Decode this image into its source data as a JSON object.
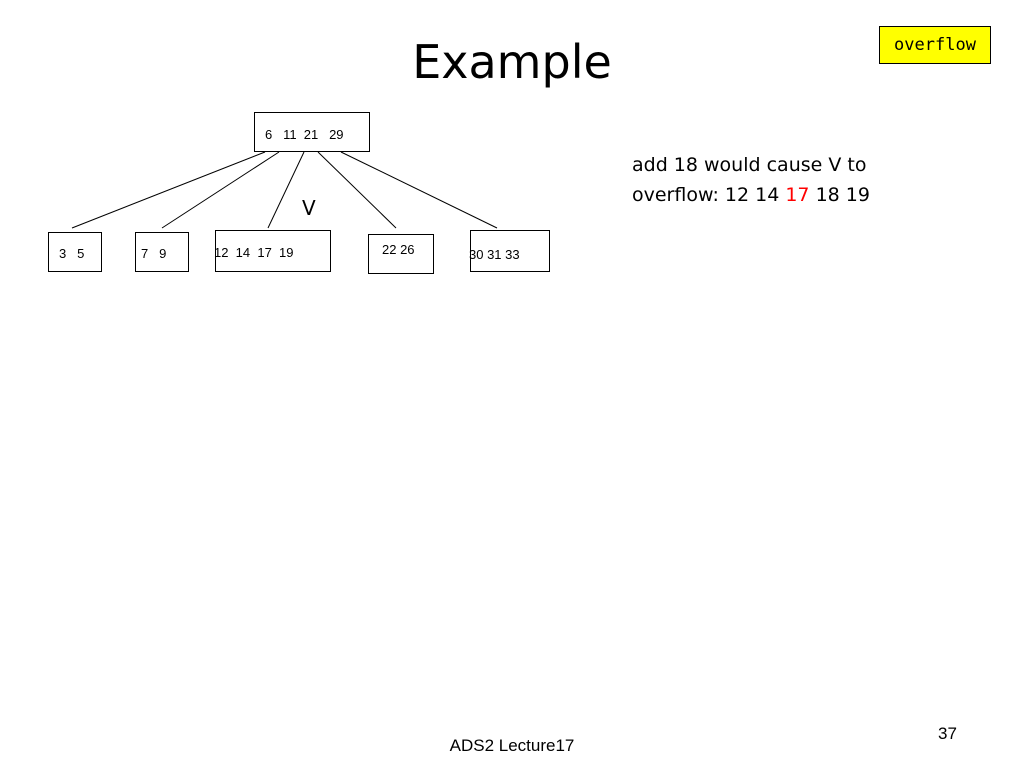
{
  "slide": {
    "title": "Example",
    "tag": "overflow",
    "note": {
      "line1": "add 18 would cause V to",
      "line2_prefix": "overflow: 12 14 ",
      "line2_highlight": "17",
      "line2_suffix": " 18 19",
      "highlight_color": "#ff0000"
    },
    "footer": "ADS2 Lecture17",
    "page_number": "37"
  },
  "tree": {
    "root": "6   11  21   29",
    "leaves": [
      "3   5",
      "7   9",
      "12  14  17  19",
      "22 26",
      "30 31 33"
    ],
    "v_label": "V"
  },
  "colors": {
    "tag_background": "#ffff00"
  }
}
